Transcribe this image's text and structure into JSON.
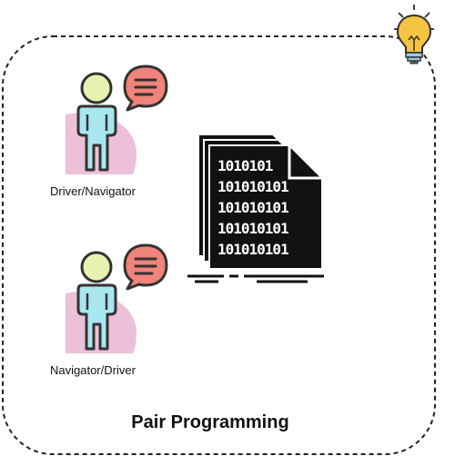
{
  "diagram": {
    "title": "Pair Programming",
    "roles": [
      {
        "label": "Driver/Navigator",
        "icon": "person-with-speech-bubble-icon"
      },
      {
        "label": "Navigator/Driver",
        "icon": "person-with-speech-bubble-icon"
      }
    ],
    "code_document": {
      "icon": "binary-code-document-icon",
      "lines": [
        "1010101",
        "101010101",
        "101010101",
        "101010101",
        "101010101"
      ]
    },
    "idea_icon": "lightbulb-icon",
    "colors": {
      "border": "#222222",
      "person_fill": "#a8e6f0",
      "person_head": "#e6f2b0",
      "person_shadow": "#ecc0d8",
      "speech_bubble": "#f0837a",
      "document": "#111111",
      "bulb": "#f6c343"
    }
  }
}
